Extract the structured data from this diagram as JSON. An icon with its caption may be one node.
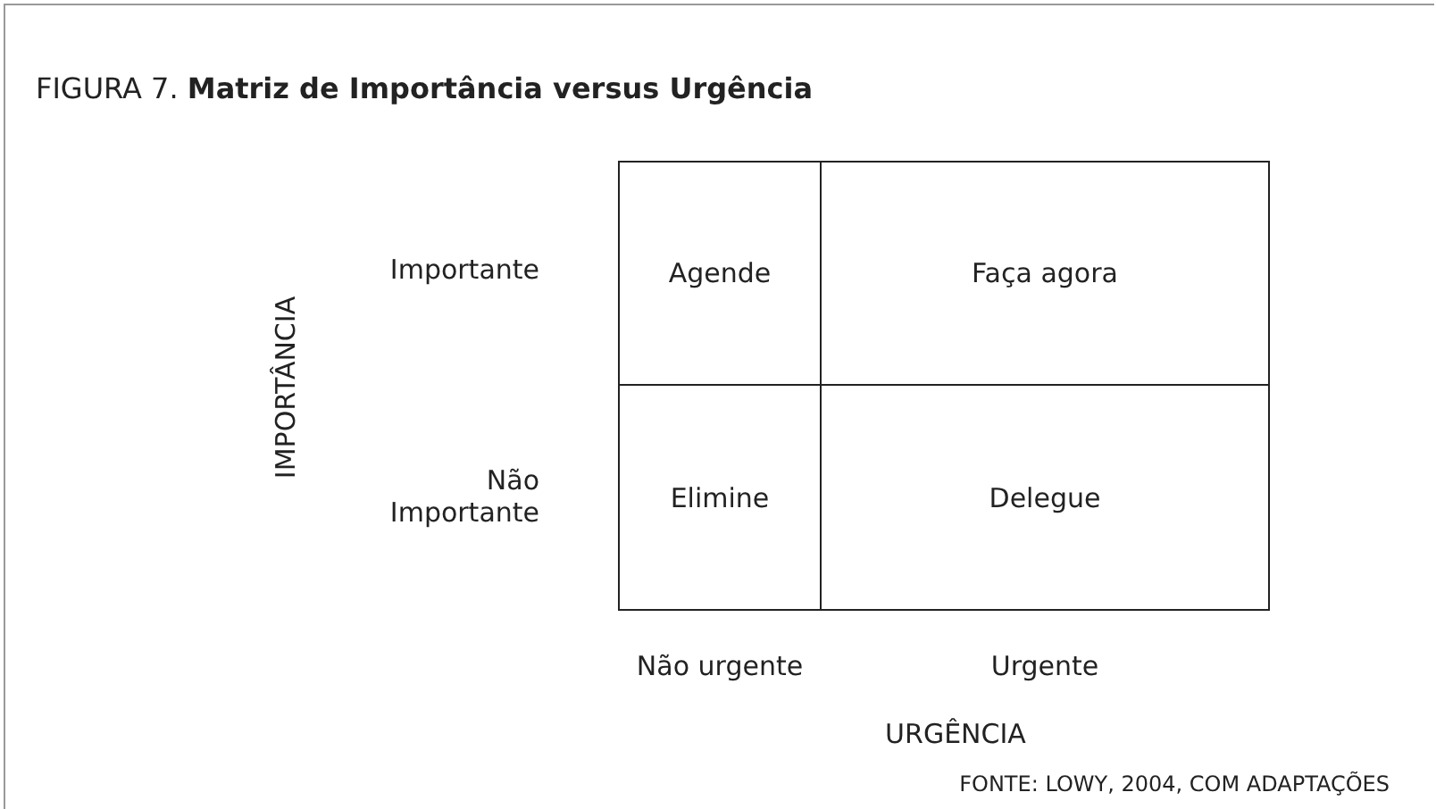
{
  "diagram": {
    "title": "FIGURA 7. **Matriz de Importância versus Urgência**",
    "caption": "FONTE: LOWY, 2004, COM ADAPTAÇÕES",
    "nodes": [
      {
        "text": [
          "Agende"
        ]
      },
      {
        "text": [
          "Faça agora"
        ]
      },
      {
        "text": [
          "Elimine"
        ]
      },
      {
        "text": [
          "Delegue"
        ]
      }
    ],
    "labels": [
      "IMPORTÂNCIA",
      "Importante",
      "Não Importante",
      "Não urgente",
      "Urgente",
      "URGÊNCIA"
    ]
  }
}
